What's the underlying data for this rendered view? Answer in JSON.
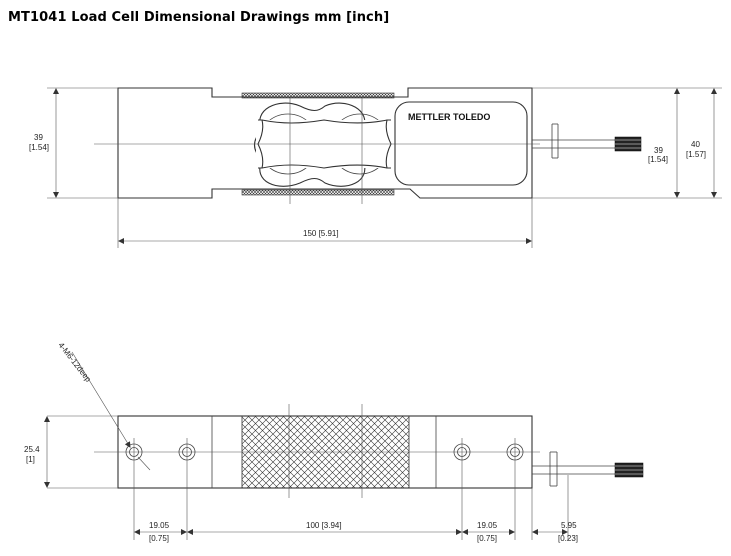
{
  "title": "MT1041 Load Cell Dimensional Drawings mm [inch]",
  "brand": "METTLER TOLEDO",
  "top_view": {
    "dim_left_mm": "39",
    "dim_left_in": "[1.54]",
    "dim_right1_mm": "39",
    "dim_right1_in": "[1.54]",
    "dim_right2_mm": "40",
    "dim_right2_in": "[1.57]",
    "length": "150 [5.91]"
  },
  "bottom_view": {
    "thread_note": "4-M6-12deep",
    "height_mm": "25.4",
    "height_in": "[1]",
    "d1_mm": "19.05",
    "d1_in": "[0.75]",
    "d2": "100 [3.94]",
    "d3_mm": "19.05",
    "d3_in": "[0.75]",
    "d4_mm": "5.95",
    "d4_in": "[0.23]"
  }
}
